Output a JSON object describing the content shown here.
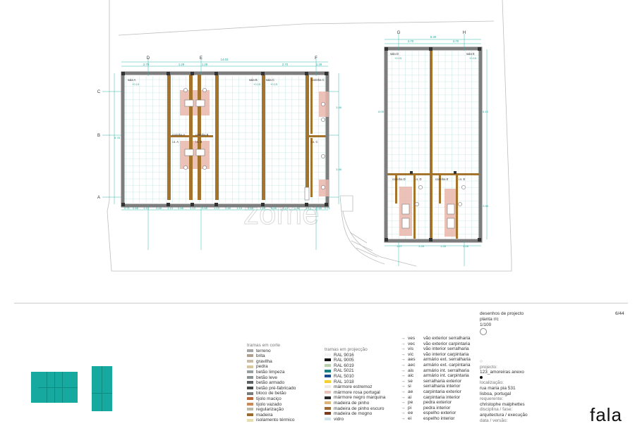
{
  "page_number": "6/44",
  "drawing": {
    "title": "desenhos de projecto",
    "subtitle": "planta r/c",
    "scale": "1/100"
  },
  "grid": {
    "left_cols": [
      "D",
      "E",
      "F"
    ],
    "right_cols": [
      "G",
      "H"
    ],
    "rows": [
      "C",
      "B",
      "A"
    ],
    "left_top_dims": [
      "2.70",
      "1.28",
      "1.28",
      "2.70",
      "1.28"
    ],
    "left_total": "14.03",
    "right_total": "6.30",
    "right_top_dims": [
      "2.70",
      "2.70"
    ],
    "left_bottom_dims": [
      "0.71",
      "0.48",
      "1.13",
      "0.48",
      "1.13",
      "0.48",
      "1.13",
      "0.48",
      "1.13",
      "0.48",
      "1.13",
      "0.48",
      "1.13",
      "0.48",
      "1.13",
      "0.48",
      "1.13",
      "0.48",
      "0.71"
    ],
    "right_bottom_dims": [
      "1.27",
      "1.28",
      "1.28",
      "1.28"
    ],
    "left_vert_dims": [
      "3.98",
      "3.98"
    ],
    "left_side_dim": "8.78",
    "right_vert_dims": [
      "8.05",
      "8.10",
      "3.98"
    ]
  },
  "rooms": {
    "sala_a": "sala A",
    "sala_b": "sala B",
    "sala_c": "sala C",
    "sala_d": "sala D",
    "sala_e": "sala E",
    "cozinha_a": "cozinha A",
    "cozinha_b": "cozinha B",
    "cozinha_c": "cozinha C",
    "cozinha_d": "cozinha D",
    "cozinha_e": "cozinha E",
    "ish_a": "i.s. A",
    "ish_b": "i.s. B",
    "ish_c": "i.s. C",
    "ish_d": "i.s. D",
    "ish_e": "i.s. E",
    "level": "+0.15"
  },
  "watermark": "zome",
  "legend_corte": {
    "header": "tramas em corte",
    "items": [
      {
        "label": "terreno",
        "color": "#a7a7a7"
      },
      {
        "label": "brita",
        "color": "#b0a090"
      },
      {
        "label": "gravilha",
        "color": "#c9bca8"
      },
      {
        "label": "pedra",
        "color": "#d7c8a0"
      },
      {
        "label": "betão limpeza",
        "color": "#9aa0a0"
      },
      {
        "label": "betão leve",
        "color": "#8d9495"
      },
      {
        "label": "betão armado",
        "color": "#5b6062"
      },
      {
        "label": "betão pré-fabricado",
        "color": "#46494a"
      },
      {
        "label": "bloco de betão",
        "color": "#777b7c"
      },
      {
        "label": "tijolo maciço",
        "color": "#b86a3d"
      },
      {
        "label": "tijolo vazado",
        "color": "#c98a59"
      },
      {
        "label": "regularização",
        "color": "#b9b9a6"
      },
      {
        "label": "madeira",
        "color": "#9a6a2e"
      },
      {
        "label": "isolamento térmico",
        "color": "#e6dcae"
      }
    ]
  },
  "legend_proj": {
    "header": "tramas em projecção",
    "items": [
      {
        "label": "RAL 9016",
        "color": "#f4f4f0"
      },
      {
        "label": "RAL 9005",
        "color": "#111111"
      },
      {
        "label": "RAL 6019",
        "color": "#b9ceac"
      },
      {
        "label": "RAL 5021",
        "color": "#1b7f86"
      },
      {
        "label": "RAL 5010",
        "color": "#1d4d8f"
      },
      {
        "label": "RAL 1018",
        "color": "#f2cf33"
      },
      {
        "label": "mármore estremoz",
        "color": "#eeeae3"
      },
      {
        "label": "mármore rosa portugal",
        "color": "#e8c3b7"
      },
      {
        "label": "mármore negro marquina",
        "color": "#2b2b2b"
      },
      {
        "label": "madeira de pinho",
        "color": "#dcb37a"
      },
      {
        "label": "madeira de pinho escuro",
        "color": "#9c6a36"
      },
      {
        "label": "madeira de mogno",
        "color": "#7a3e22"
      },
      {
        "label": "vidro",
        "color": "#cfe3e8"
      }
    ]
  },
  "legend_codes": {
    "items": [
      {
        "code": "ves",
        "label": "vão exterior serralharia"
      },
      {
        "code": "vec",
        "label": "vão exterior carpintaria"
      },
      {
        "code": "vis",
        "label": "vão interior serralharia"
      },
      {
        "code": "vic",
        "label": "vão interior carpintaria"
      },
      {
        "code": "aes",
        "label": "armário ext. serralharia"
      },
      {
        "code": "aec",
        "label": "armário ext. carpintaria"
      },
      {
        "code": "ais",
        "label": "armário int. serralharia"
      },
      {
        "code": "aic",
        "label": "armário int. carpintaria"
      },
      {
        "code": "se",
        "label": "serralharia exterior"
      },
      {
        "code": "si",
        "label": "serralharia interior"
      },
      {
        "code": "ae",
        "label": "carpintaria exterior"
      },
      {
        "code": "ai",
        "label": "carpintaria interior"
      },
      {
        "code": "pe",
        "label": "pedra exterior"
      },
      {
        "code": "pi",
        "label": "pedra interior"
      },
      {
        "code": "ee",
        "label": "espelho exterior"
      },
      {
        "code": "ei",
        "label": "espelho interior"
      }
    ]
  },
  "info": {
    "project_label": "projecto:",
    "project_value": "123_amoreiras anexo",
    "location_label": "localização:",
    "location_line1": "rua maria pia 531",
    "location_line2": "lisboa, portugal",
    "client_label": "requerente:",
    "client_value": "christophe malphettes",
    "discipline_label": "disciplina / fase:",
    "discipline_value": "arquitectura / execução",
    "date_label": "data / versão:"
  },
  "brand": "fala"
}
